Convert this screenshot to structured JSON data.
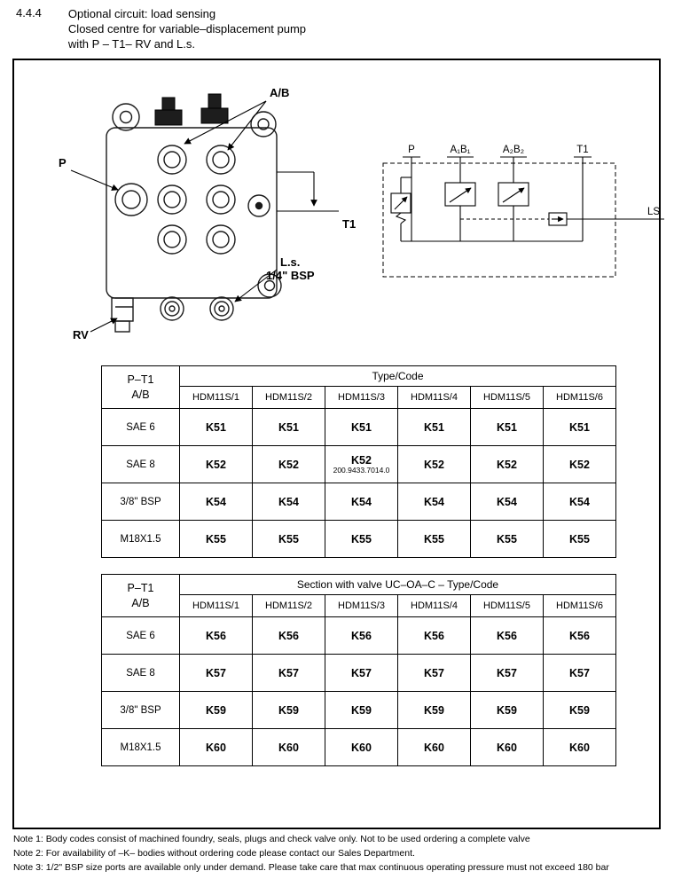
{
  "header": {
    "section_number": "4.4.4",
    "line1": "Optional circuit: load sensing",
    "line2": "Closed centre for variable–displacement pump",
    "line3": "with P – T1– RV and L.s."
  },
  "drawing": {
    "ab": "A/B",
    "p": "P",
    "t1": "T1",
    "ls1": "L.s.",
    "ls2": "1/4\" BSP",
    "rv": "RV"
  },
  "schematic": {
    "p": "P",
    "a1b1": "A₁B₁",
    "a2b2": "A₂B₂",
    "t1": "T1",
    "ls": "LS"
  },
  "table1": {
    "corner_line1": "P–T1",
    "corner_line2": "A/B",
    "span_header": "Type/Code",
    "columns": [
      "HDM11S/1",
      "HDM11S/2",
      "HDM11S/3",
      "HDM11S/4",
      "HDM11S/5",
      "HDM11S/6"
    ],
    "special_code": "200.9433.7014.0",
    "rows": [
      {
        "label": "SAE 6",
        "values": [
          "K51",
          "K51",
          "K51",
          "K51",
          "K51",
          "K51"
        ]
      },
      {
        "label": "SAE 8",
        "values": [
          "K52",
          "K52",
          "K52",
          "K52",
          "K52",
          "K52"
        ]
      },
      {
        "label": "3/8\" BSP",
        "values": [
          "K54",
          "K54",
          "K54",
          "K54",
          "K54",
          "K54"
        ]
      },
      {
        "label": "M18X1.5",
        "values": [
          "K55",
          "K55",
          "K55",
          "K55",
          "K55",
          "K55"
        ]
      }
    ]
  },
  "table2": {
    "corner_line1": "P–T1",
    "corner_line2": "A/B",
    "span_header": "Section with valve UC–OA–C  – Type/Code",
    "columns": [
      "HDM11S/1",
      "HDM11S/2",
      "HDM11S/3",
      "HDM11S/4",
      "HDM11S/5",
      "HDM11S/6"
    ],
    "rows": [
      {
        "label": "SAE 6",
        "values": [
          "K56",
          "K56",
          "K56",
          "K56",
          "K56",
          "K56"
        ]
      },
      {
        "label": "SAE 8",
        "values": [
          "K57",
          "K57",
          "K57",
          "K57",
          "K57",
          "K57"
        ]
      },
      {
        "label": "3/8\" BSP",
        "values": [
          "K59",
          "K59",
          "K59",
          "K59",
          "K59",
          "K59"
        ]
      },
      {
        "label": "M18X1.5",
        "values": [
          "K60",
          "K60",
          "K60",
          "K60",
          "K60",
          "K60"
        ]
      }
    ]
  },
  "notes": [
    "Note 1: Body codes consist of machined foundry, seals, plugs and check valve only. Not to be used ordering a complete valve",
    "Note 2: For availability of –K– bodies without ordering code please contact our Sales Department.",
    "Note 3: 1/2\" BSP size ports are available only under demand. Please take care that max continuous operating pressure must not exceed 180 bar"
  ]
}
